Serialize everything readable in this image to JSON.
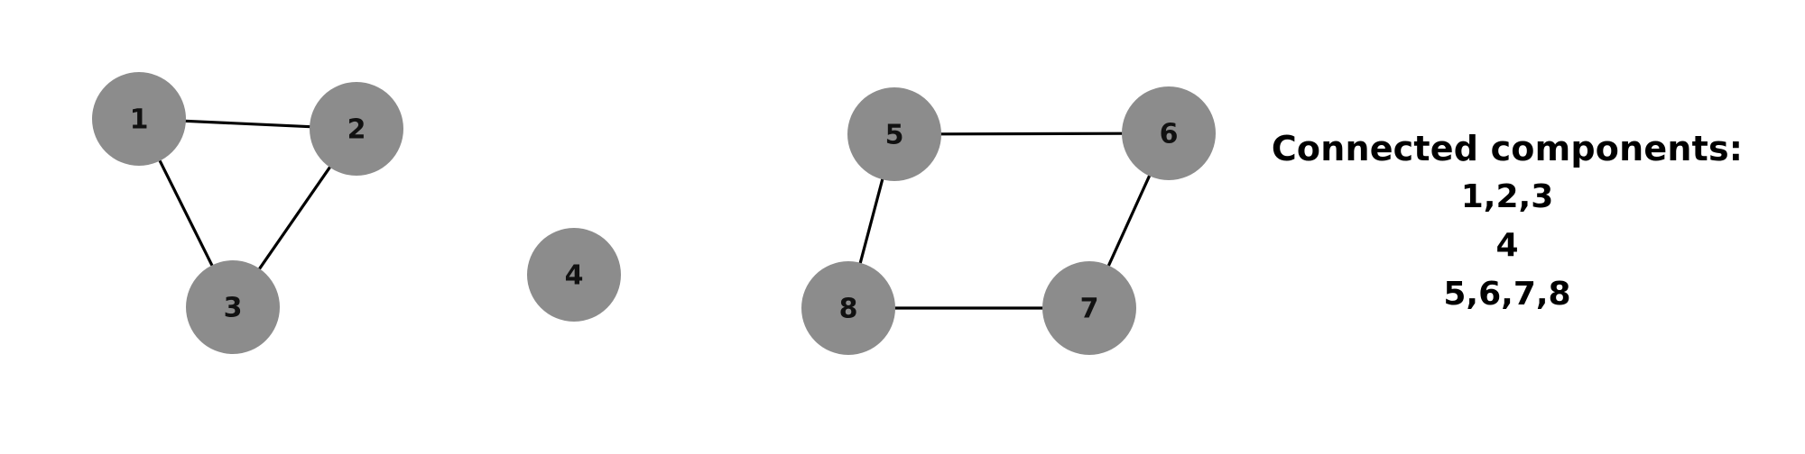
{
  "colors": {
    "node_fill": "#8c8c8c",
    "edge": "#000000",
    "text": "#000000",
    "background": "#ffffff"
  },
  "graph": {
    "nodes": [
      {
        "id": "1",
        "label": "1"
      },
      {
        "id": "2",
        "label": "2"
      },
      {
        "id": "3",
        "label": "3"
      },
      {
        "id": "4",
        "label": "4"
      },
      {
        "id": "5",
        "label": "5"
      },
      {
        "id": "6",
        "label": "6"
      },
      {
        "id": "7",
        "label": "7"
      },
      {
        "id": "8",
        "label": "8"
      }
    ],
    "edges": [
      {
        "from": "1",
        "to": "2"
      },
      {
        "from": "1",
        "to": "3"
      },
      {
        "from": "2",
        "to": "3"
      },
      {
        "from": "5",
        "to": "6"
      },
      {
        "from": "6",
        "to": "7"
      },
      {
        "from": "7",
        "to": "8"
      },
      {
        "from": "8",
        "to": "5"
      }
    ]
  },
  "components": {
    "title": "Connected components:",
    "lines": [
      "1,2,3",
      "4",
      "5,6,7,8"
    ]
  }
}
